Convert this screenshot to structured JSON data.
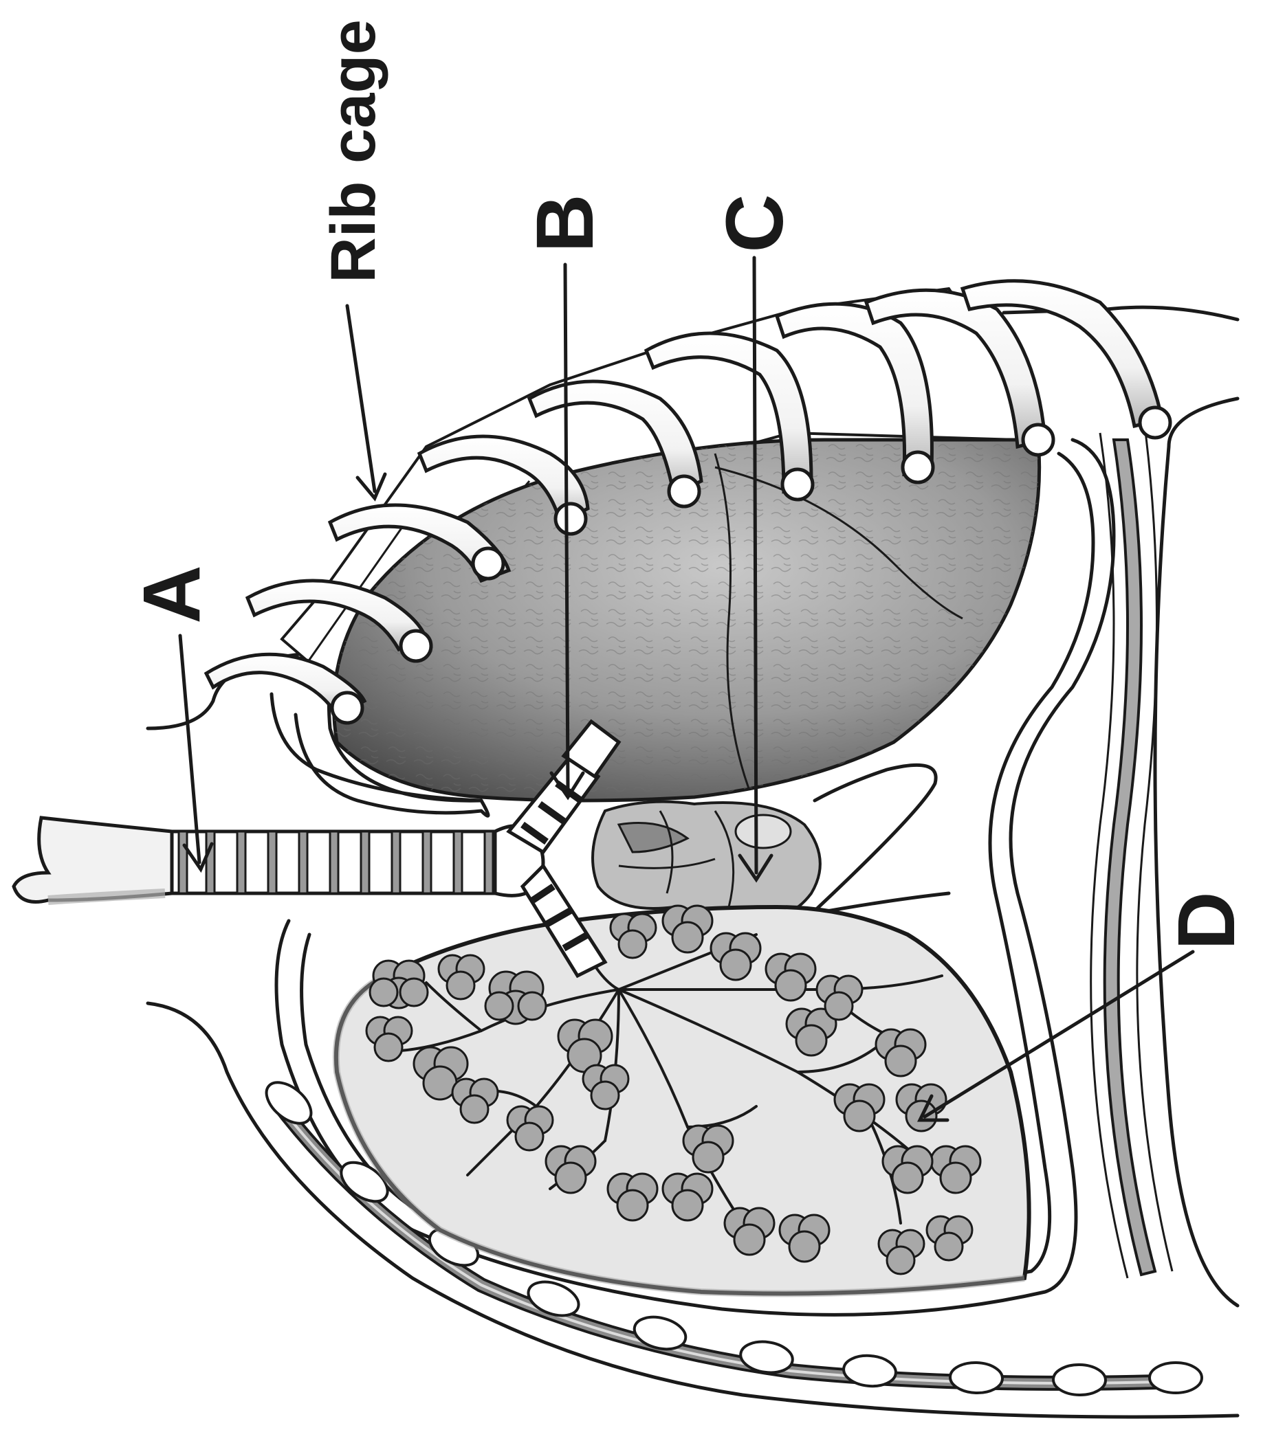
{
  "labels": {
    "rib_cage": "Rib cage",
    "a": "A",
    "b": "B",
    "c": "C",
    "d": "D"
  },
  "colors": {
    "ink": "#1a1a1a",
    "lung_dark": "#5a5a5a",
    "lung_mid": "#8c8c8c",
    "lung_light": "#bdbdbd",
    "rib_fill": "#ffffff",
    "rib_shadow": "#b8b8b8",
    "alveoli": "#a8a8a8",
    "background": "#ffffff"
  }
}
